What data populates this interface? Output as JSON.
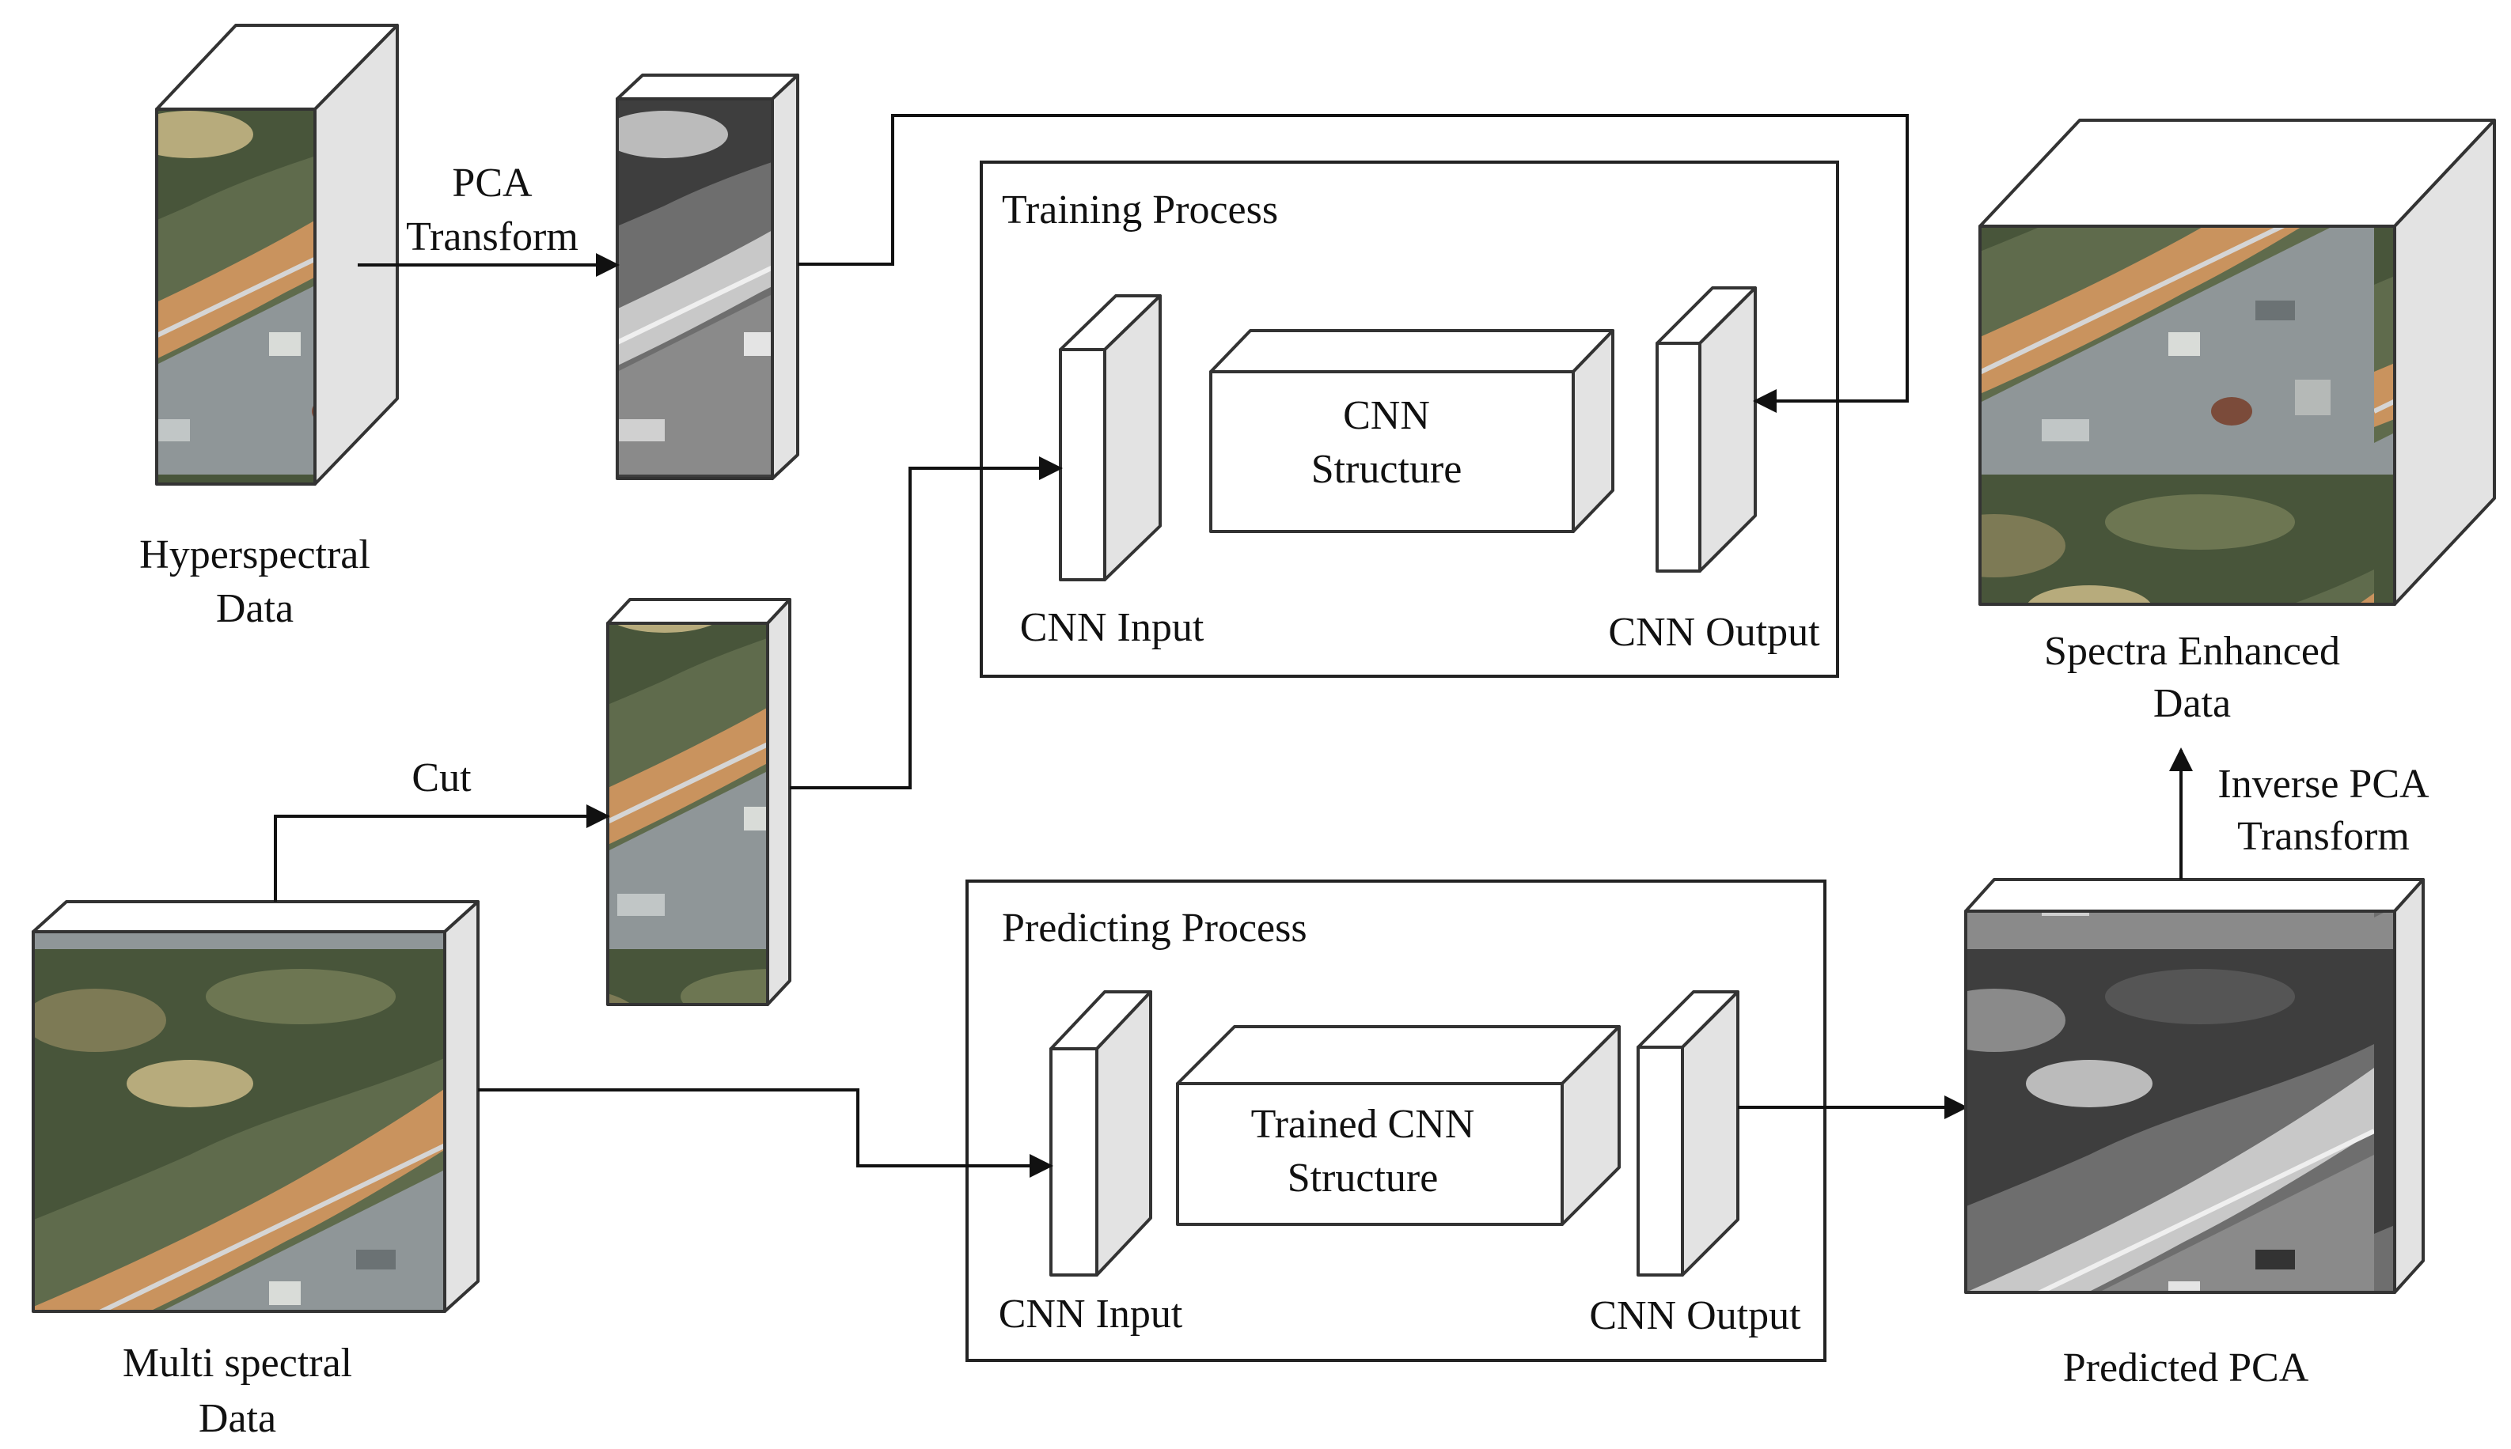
{
  "labels": {
    "pca_transform": [
      "PCA",
      "Transform"
    ],
    "hyperspectral_data": [
      "Hyperspectral",
      "Data"
    ],
    "cut": "Cut",
    "multispectral_data": [
      "Multi spectral",
      "Data"
    ],
    "training_process": "Training Process",
    "predicting_process": "Predicting Process",
    "train_cnn_input": "CNN Input",
    "train_cnn_structure": [
      "CNN",
      "Structure"
    ],
    "train_cnn_output": "CNN Output",
    "pred_cnn_input": "CNN Input",
    "pred_cnn_structure": [
      "Trained CNN",
      "Structure"
    ],
    "pred_cnn_output": "CNN Output",
    "spectra_enhanced_data": [
      "Spectra Enhanced",
      "Data"
    ],
    "inverse_pca_transform": [
      "Inverse PCA",
      "Transform"
    ],
    "predicted_pca": "Predicted PCA"
  },
  "colors": {
    "box_front": "#ffffff",
    "box_side": "#e3e3e3",
    "line": "#111111",
    "river": "#c9935e",
    "vegetation": "#4d5a3c",
    "urban": "#9aa0a2"
  }
}
